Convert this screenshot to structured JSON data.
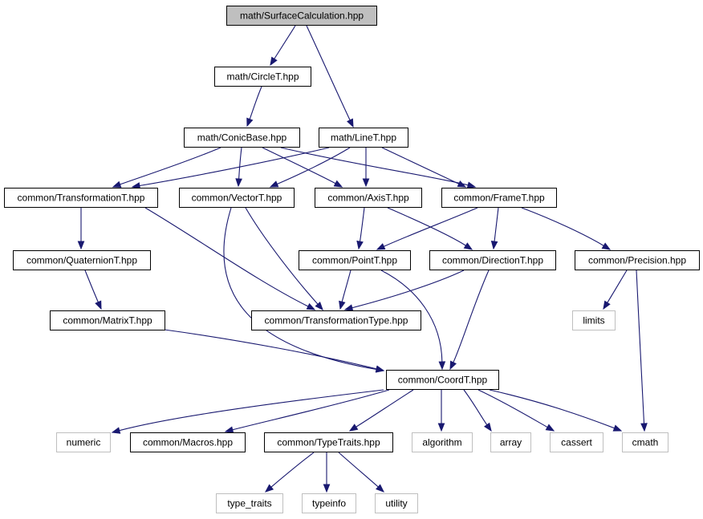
{
  "colors": {
    "edge": "#191970",
    "root_fill": "#bfbfbf",
    "node_border": "#000000",
    "external_border": "#bfbfbf",
    "background": "#ffffff"
  },
  "nodes": [
    {
      "id": "surfacecalc",
      "label": "math/SurfaceCalculation.hpp",
      "style": "root"
    },
    {
      "id": "circlet",
      "label": "math/CircleT.hpp",
      "style": "normal"
    },
    {
      "id": "conicbase",
      "label": "math/ConicBase.hpp",
      "style": "normal"
    },
    {
      "id": "linet",
      "label": "math/LineT.hpp",
      "style": "normal"
    },
    {
      "id": "transformationt",
      "label": "common/TransformationT.hpp",
      "style": "normal"
    },
    {
      "id": "vectort",
      "label": "common/VectorT.hpp",
      "style": "normal"
    },
    {
      "id": "axist",
      "label": "common/AxisT.hpp",
      "style": "normal"
    },
    {
      "id": "framet",
      "label": "common/FrameT.hpp",
      "style": "normal"
    },
    {
      "id": "quaterniont",
      "label": "common/QuaternionT.hpp",
      "style": "normal"
    },
    {
      "id": "pointt",
      "label": "common/PointT.hpp",
      "style": "normal"
    },
    {
      "id": "directiont",
      "label": "common/DirectionT.hpp",
      "style": "normal"
    },
    {
      "id": "precision",
      "label": "common/Precision.hpp",
      "style": "normal"
    },
    {
      "id": "matrixt",
      "label": "common/MatrixT.hpp",
      "style": "normal"
    },
    {
      "id": "transformationtype",
      "label": "common/TransformationType.hpp",
      "style": "normal"
    },
    {
      "id": "limits",
      "label": "limits",
      "style": "external"
    },
    {
      "id": "coordt",
      "label": "common/CoordT.hpp",
      "style": "normal"
    },
    {
      "id": "numeric",
      "label": "numeric",
      "style": "external"
    },
    {
      "id": "macros",
      "label": "common/Macros.hpp",
      "style": "normal"
    },
    {
      "id": "typetraits",
      "label": "common/TypeTraits.hpp",
      "style": "normal"
    },
    {
      "id": "algorithm",
      "label": "algorithm",
      "style": "external"
    },
    {
      "id": "array",
      "label": "array",
      "style": "external"
    },
    {
      "id": "cassert",
      "label": "cassert",
      "style": "external"
    },
    {
      "id": "cmath",
      "label": "cmath",
      "style": "external"
    },
    {
      "id": "type_traits",
      "label": "type_traits",
      "style": "external"
    },
    {
      "id": "typeinfo",
      "label": "typeinfo",
      "style": "external"
    },
    {
      "id": "utility",
      "label": "utility",
      "style": "external"
    }
  ],
  "edges": [
    {
      "from": "surfacecalc",
      "to": "circlet"
    },
    {
      "from": "surfacecalc",
      "to": "linet"
    },
    {
      "from": "circlet",
      "to": "conicbase"
    },
    {
      "from": "conicbase",
      "to": "transformationt"
    },
    {
      "from": "conicbase",
      "to": "vectort"
    },
    {
      "from": "conicbase",
      "to": "axist"
    },
    {
      "from": "conicbase",
      "to": "framet"
    },
    {
      "from": "linet",
      "to": "transformationt"
    },
    {
      "from": "linet",
      "to": "vectort"
    },
    {
      "from": "linet",
      "to": "axist"
    },
    {
      "from": "linet",
      "to": "framet"
    },
    {
      "from": "transformationt",
      "to": "quaterniont"
    },
    {
      "from": "transformationt",
      "to": "transformationtype"
    },
    {
      "from": "vectort",
      "to": "transformationtype"
    },
    {
      "from": "vectort",
      "to": "coordt"
    },
    {
      "from": "axist",
      "to": "pointt"
    },
    {
      "from": "axist",
      "to": "directiont"
    },
    {
      "from": "framet",
      "to": "pointt"
    },
    {
      "from": "framet",
      "to": "directiont"
    },
    {
      "from": "framet",
      "to": "precision"
    },
    {
      "from": "quaterniont",
      "to": "matrixt"
    },
    {
      "from": "matrixt",
      "to": "coordt"
    },
    {
      "from": "pointt",
      "to": "transformationtype"
    },
    {
      "from": "pointt",
      "to": "coordt"
    },
    {
      "from": "directiont",
      "to": "transformationtype"
    },
    {
      "from": "directiont",
      "to": "coordt"
    },
    {
      "from": "precision",
      "to": "limits"
    },
    {
      "from": "precision",
      "to": "cmath"
    },
    {
      "from": "coordt",
      "to": "numeric"
    },
    {
      "from": "coordt",
      "to": "macros"
    },
    {
      "from": "coordt",
      "to": "typetraits"
    },
    {
      "from": "coordt",
      "to": "algorithm"
    },
    {
      "from": "coordt",
      "to": "array"
    },
    {
      "from": "coordt",
      "to": "cassert"
    },
    {
      "from": "coordt",
      "to": "cmath"
    },
    {
      "from": "typetraits",
      "to": "type_traits"
    },
    {
      "from": "typetraits",
      "to": "typeinfo"
    },
    {
      "from": "typetraits",
      "to": "utility"
    }
  ]
}
